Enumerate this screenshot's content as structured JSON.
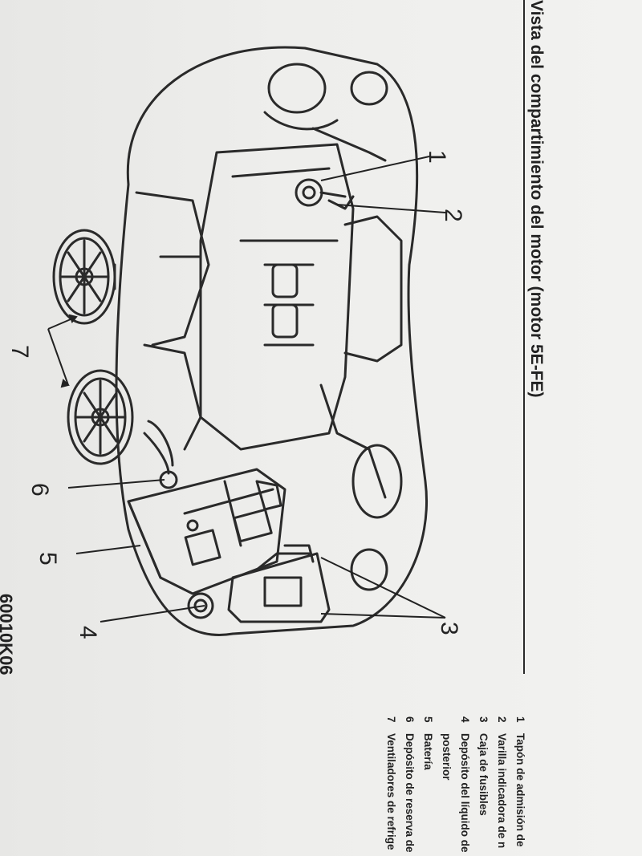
{
  "section_title": "Vista del compartimiento del motor (motor 5E-FE)",
  "callouts": [
    "1",
    "2",
    "3",
    "4",
    "5",
    "6",
    "7"
  ],
  "legend": [
    {
      "num": "1",
      "text": "Tapón de admisión de"
    },
    {
      "num": "2",
      "text": "Varilla indicadora de n"
    },
    {
      "num": "3",
      "text": "Caja de fusibles"
    },
    {
      "num": "4",
      "text": "Depósito del líquido de"
    },
    {
      "num": "",
      "text": "posterior"
    },
    {
      "num": "5",
      "text": "Batería"
    },
    {
      "num": "6",
      "text": "Depósito de reserva de"
    },
    {
      "num": "7",
      "text": "Ventiladores de refrige"
    }
  ],
  "page_code": "60010K06"
}
